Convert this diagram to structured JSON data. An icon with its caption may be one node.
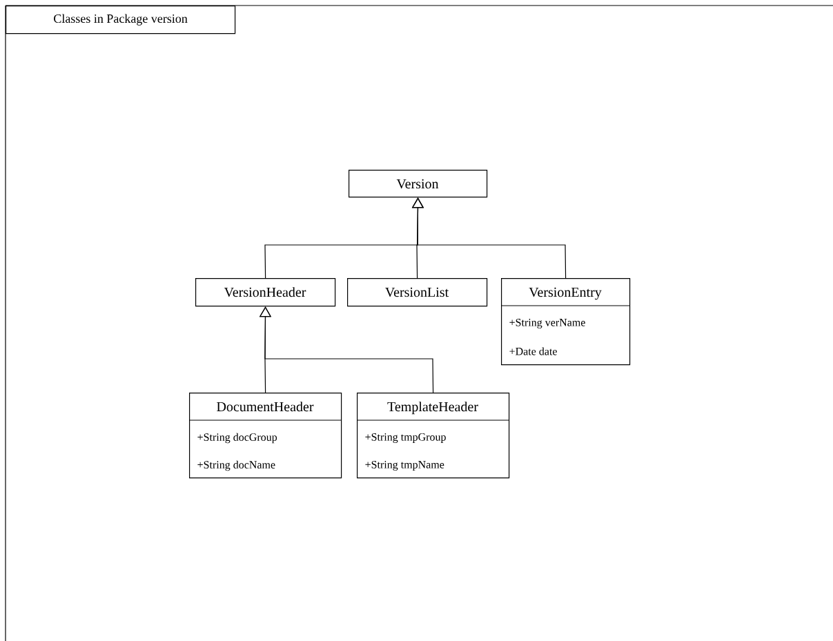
{
  "diagram": {
    "nodes": [
      {
        "text": [
          "Classes in Package version"
        ]
      },
      {
        "text": [
          "Version"
        ],
        "in": 0
      },
      {
        "text": [
          "VersionHeader"
        ],
        "in": 0
      },
      {
        "text": [
          "VersionList"
        ],
        "in": 0
      },
      {
        "text": [
          "VersionEntry",
          "+String verName",
          "+Date date"
        ],
        "in": 0
      },
      {
        "text": [
          "DocumentHeader",
          "+String docGroup",
          "+String docName"
        ],
        "in": 0
      },
      {
        "text": [
          "TemplateHeader",
          "+String tmpGroup",
          "+String tmpName"
        ],
        "in": 0
      }
    ],
    "edges": [
      {
        "from": 2,
        "to": 1,
        "arrow": "to"
      },
      {
        "from": 3,
        "to": 1,
        "arrow": "to"
      },
      {
        "from": 4,
        "to": 1,
        "arrow": "to"
      },
      {
        "from": 5,
        "to": 2,
        "arrow": "to"
      },
      {
        "from": 6,
        "to": 2,
        "arrow": "to"
      }
    ]
  }
}
